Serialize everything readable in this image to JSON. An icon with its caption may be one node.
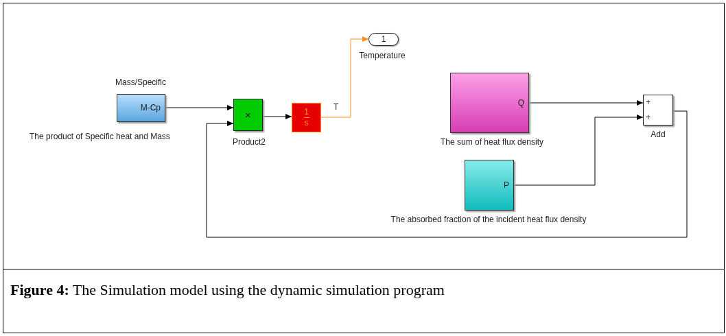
{
  "diagram": {
    "caption": "**Figure 4:** The Simulation model using the dynamic simulation program",
    "nodes": [
      {
        "text": [
          "M-Cp"
        ],
        "beside": [
          "Mass/Specific",
          "The product of Specific heat and Mass"
        ]
      },
      {
        "text": [
          "×"
        ],
        "beside": [
          "Product2"
        ]
      },
      {
        "text": [
          "1",
          "s"
        ]
      },
      {
        "text": [
          "1"
        ],
        "beside": [
          "Temperature"
        ]
      },
      {
        "text": [
          "Q"
        ],
        "beside": [
          "The sum of heat flux density"
        ]
      },
      {
        "text": [
          "P"
        ],
        "beside": [
          "The absorbed fraction of the incident heat flux density"
        ]
      },
      {
        "text": [
          "+",
          "+"
        ],
        "beside": [
          "Add"
        ]
      }
    ],
    "edges": [
      {
        "from": 0,
        "to": 1,
        "arrow": "to"
      },
      {
        "from": 1,
        "to": 2,
        "arrow": "to"
      },
      {
        "from": 2,
        "to": 3,
        "arrow": "to",
        "label": "T",
        "color": "#ff8c1a"
      },
      {
        "from": 4,
        "to": 6,
        "arrow": "to"
      },
      {
        "from": 5,
        "to": 6,
        "arrow": "to"
      },
      {
        "from": 6,
        "to": 1,
        "arrow": "to"
      }
    ]
  }
}
